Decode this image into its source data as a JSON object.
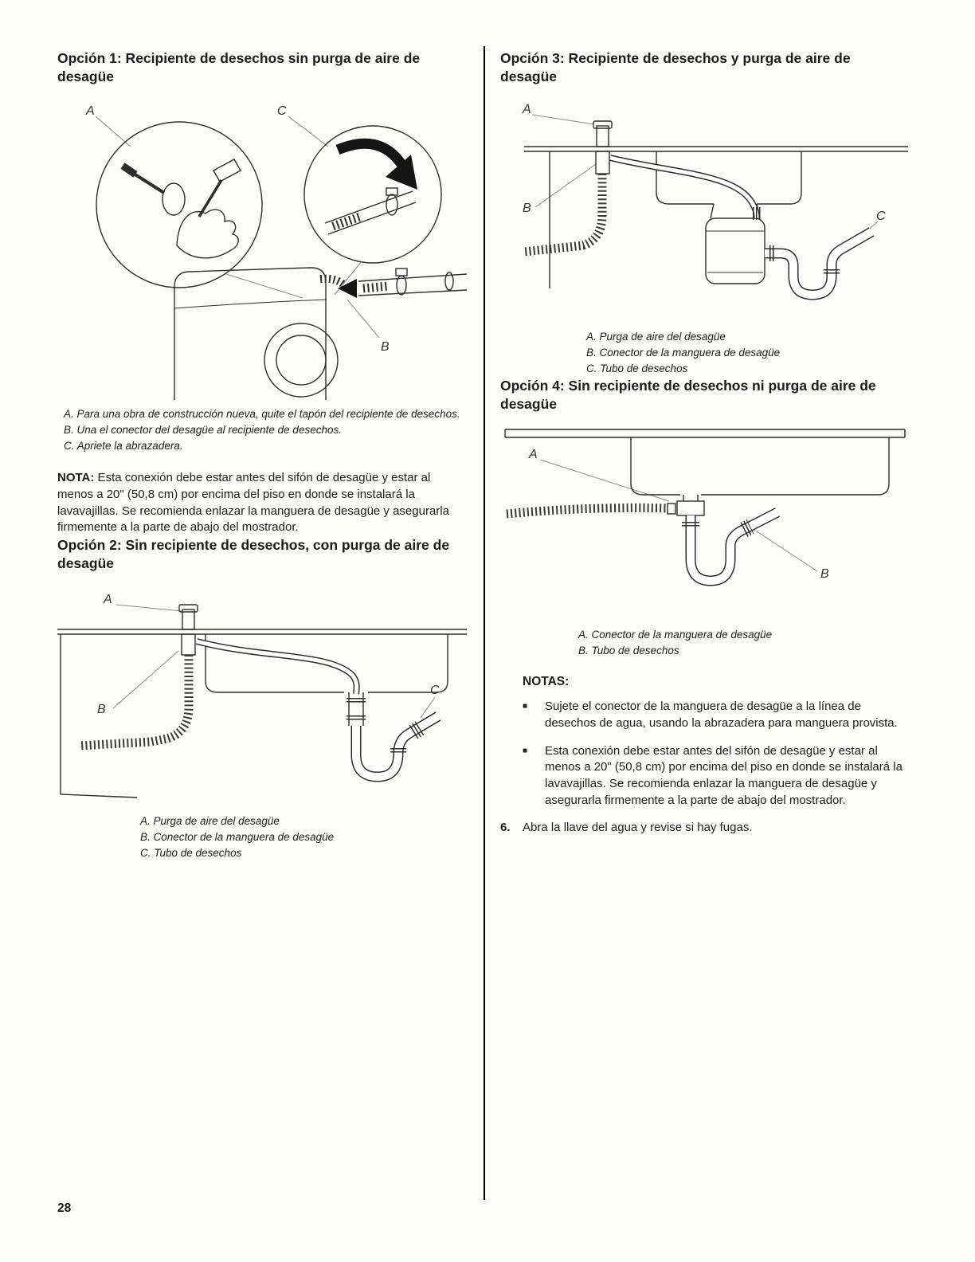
{
  "page_number": "28",
  "option1": {
    "title": "Opción 1: Recipiente de desechos sin purga de aire de desagüe",
    "fig_labels": {
      "a": "A",
      "b": "B",
      "c": "C"
    },
    "captions": [
      "A. Para una obra de construcción nueva, quite el tapón del recipiente de desechos.",
      "B. Una el conector del desagüe al recipiente de desechos.",
      "C. Apriete la abrazadera."
    ],
    "nota_label": "NOTA:",
    "nota_text": " Esta conexión debe estar antes del sifón de desagüe y estar al menos a 20\" (50,8 cm) por encima del piso en donde se instalará la lavavajillas. Se recomienda enlazar la manguera de desagüe y asegurarla firmemente a la parte de abajo del mostrador."
  },
  "option2": {
    "title": "Opción 2: Sin recipiente de desechos, con purga de aire de desagüe",
    "fig_labels": {
      "a": "A",
      "b": "B",
      "c": "C"
    },
    "captions": [
      "A. Purga de aire del desagüe",
      "B. Conector de la manguera de desagüe",
      "C. Tubo de desechos"
    ]
  },
  "option3": {
    "title": "Opción 3: Recipiente de desechos y purga de aire de desagüe",
    "fig_labels": {
      "a": "A",
      "b": "B",
      "c": "C"
    },
    "captions": [
      "A. Purga de aire del desagüe",
      "B. Conector de la manguera de desagüe",
      "C. Tubo de desechos"
    ]
  },
  "option4": {
    "title": "Opción 4: Sin recipiente de desechos ni purga de aire de desagüe",
    "fig_labels": {
      "a": "A",
      "b": "B"
    },
    "captions": [
      "A. Conector de la manguera de desagüe",
      "B. Tubo de desechos"
    ]
  },
  "notas": {
    "heading": "NOTAS:",
    "bullet_glyph": "■",
    "bullets": [
      "Sujete el conector de la manguera de desagüe a la línea de desechos de agua, usando la abrazadera para manguera provista.",
      "Esta conexión debe estar antes del sifón de desagüe y estar al menos a 20\" (50,8 cm) por encima del piso en donde se instalará la lavavajillas. Se recomienda enlazar la manguera de desagüe y asegurarla firmemente a la parte de abajo del mostrador."
    ],
    "step6_number": "6.",
    "step6_text": "Abra la llave del agua y revise si hay fugas."
  }
}
